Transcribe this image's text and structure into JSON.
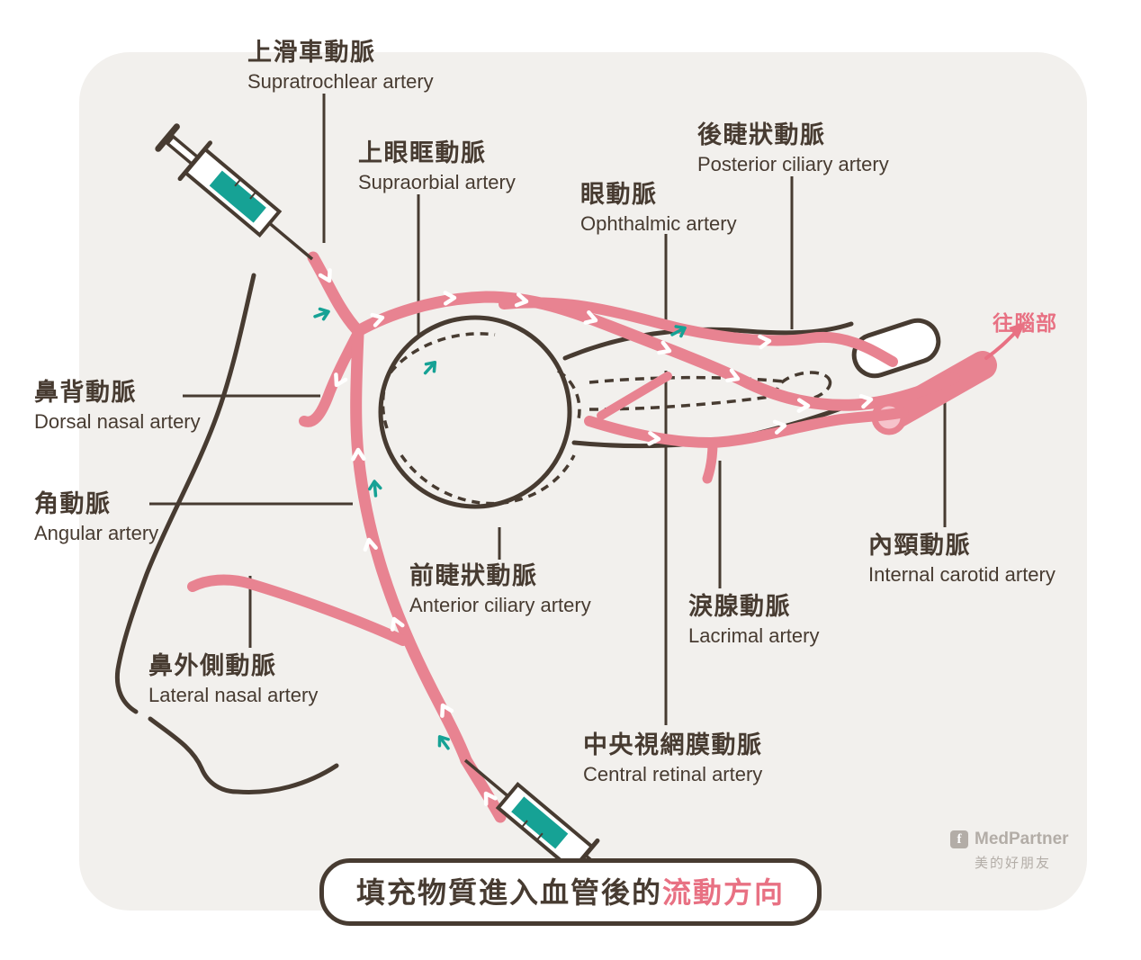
{
  "title": {
    "main": "填充物質進入血管後的",
    "highlight": "流動方向"
  },
  "to_brain_label": "往腦部",
  "labels": {
    "supratrochlear": {
      "zh": "上滑車動脈",
      "en": "Supratrochlear artery"
    },
    "supraorbital": {
      "zh": "上眼眶動脈",
      "en": "Supraorbial artery"
    },
    "ophthalmic": {
      "zh": "眼動脈",
      "en": "Ophthalmic artery"
    },
    "posterior_ciliary": {
      "zh": "後睫狀動脈",
      "en": "Posterior ciliary artery"
    },
    "dorsal_nasal": {
      "zh": "鼻背動脈",
      "en": "Dorsal nasal artery"
    },
    "angular": {
      "zh": "角動脈",
      "en": "Angular artery"
    },
    "anterior_ciliary": {
      "zh": "前睫狀動脈",
      "en": "Anterior ciliary artery"
    },
    "lacrimal": {
      "zh": "淚腺動脈",
      "en": "Lacrimal artery"
    },
    "lateral_nasal": {
      "zh": "鼻外側動脈",
      "en": "Lateral nasal artery"
    },
    "central_retinal": {
      "zh": "中央視網膜動脈",
      "en": "Central retinal artery"
    },
    "internal_carotid": {
      "zh": "內頸動脈",
      "en": "Internal carotid artery"
    }
  },
  "watermark": {
    "brand": "MedPartner",
    "sub": "美的好朋友",
    "icon_glyph": "f"
  },
  "colors": {
    "artery_pink": "#e88391",
    "accent_pink": "#e87183",
    "flow_teal": "#16a295",
    "line_dark": "#473b31",
    "panel_bg": "#f2f0ed",
    "watermark_gray": "#b3ada7"
  }
}
